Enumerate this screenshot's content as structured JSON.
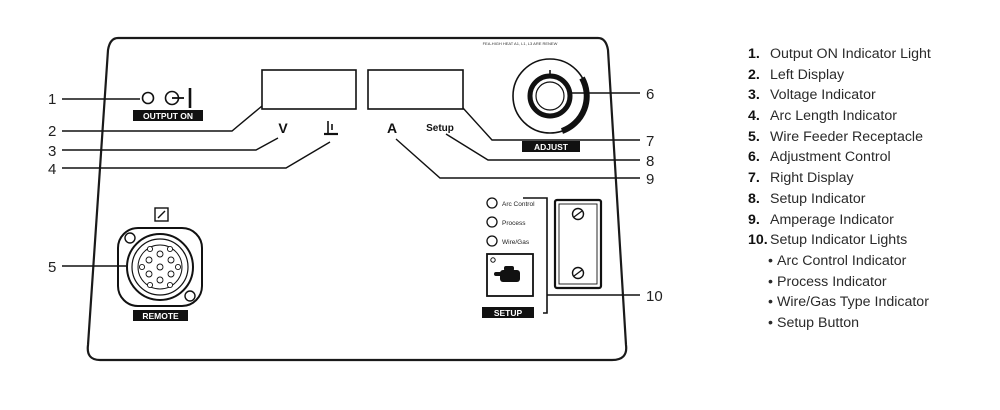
{
  "panel": {
    "top_tiny_text": "FEA-HIGH HEAT A1, L1, L3 ARE RENEW",
    "labels": {
      "output_on": "OUTPUT ON",
      "adjust": "ADJUST",
      "remote": "REMOTE",
      "setup_badge": "SETUP",
      "v": "V",
      "a": "A",
      "setup_text": "Setup"
    },
    "indicator_lights": [
      "Arc Control",
      "Process",
      "Wire/Gas"
    ],
    "callouts": [
      "1",
      "2",
      "3",
      "4",
      "5",
      "6",
      "7",
      "8",
      "9",
      "10"
    ]
  },
  "legend": {
    "items": [
      {
        "num": "1.",
        "text": "Output ON Indicator Light"
      },
      {
        "num": "2.",
        "text": "Left Display"
      },
      {
        "num": "3.",
        "text": "Voltage Indicator"
      },
      {
        "num": "4.",
        "text": "Arc Length Indicator"
      },
      {
        "num": "5.",
        "text": "Wire Feeder Receptacle"
      },
      {
        "num": "6.",
        "text": "Adjustment Control"
      },
      {
        "num": "7.",
        "text": "Right Display"
      },
      {
        "num": "8.",
        "text": "Setup Indicator"
      },
      {
        "num": "9.",
        "text": "Amperage Indicator"
      },
      {
        "num": "10.",
        "text": "Setup Indicator Lights"
      }
    ],
    "sub_items": [
      "Arc Control Indicator",
      "Process Indicator",
      "Wire/Gas Type Indicator",
      "Setup Button"
    ],
    "bullet": "•"
  }
}
